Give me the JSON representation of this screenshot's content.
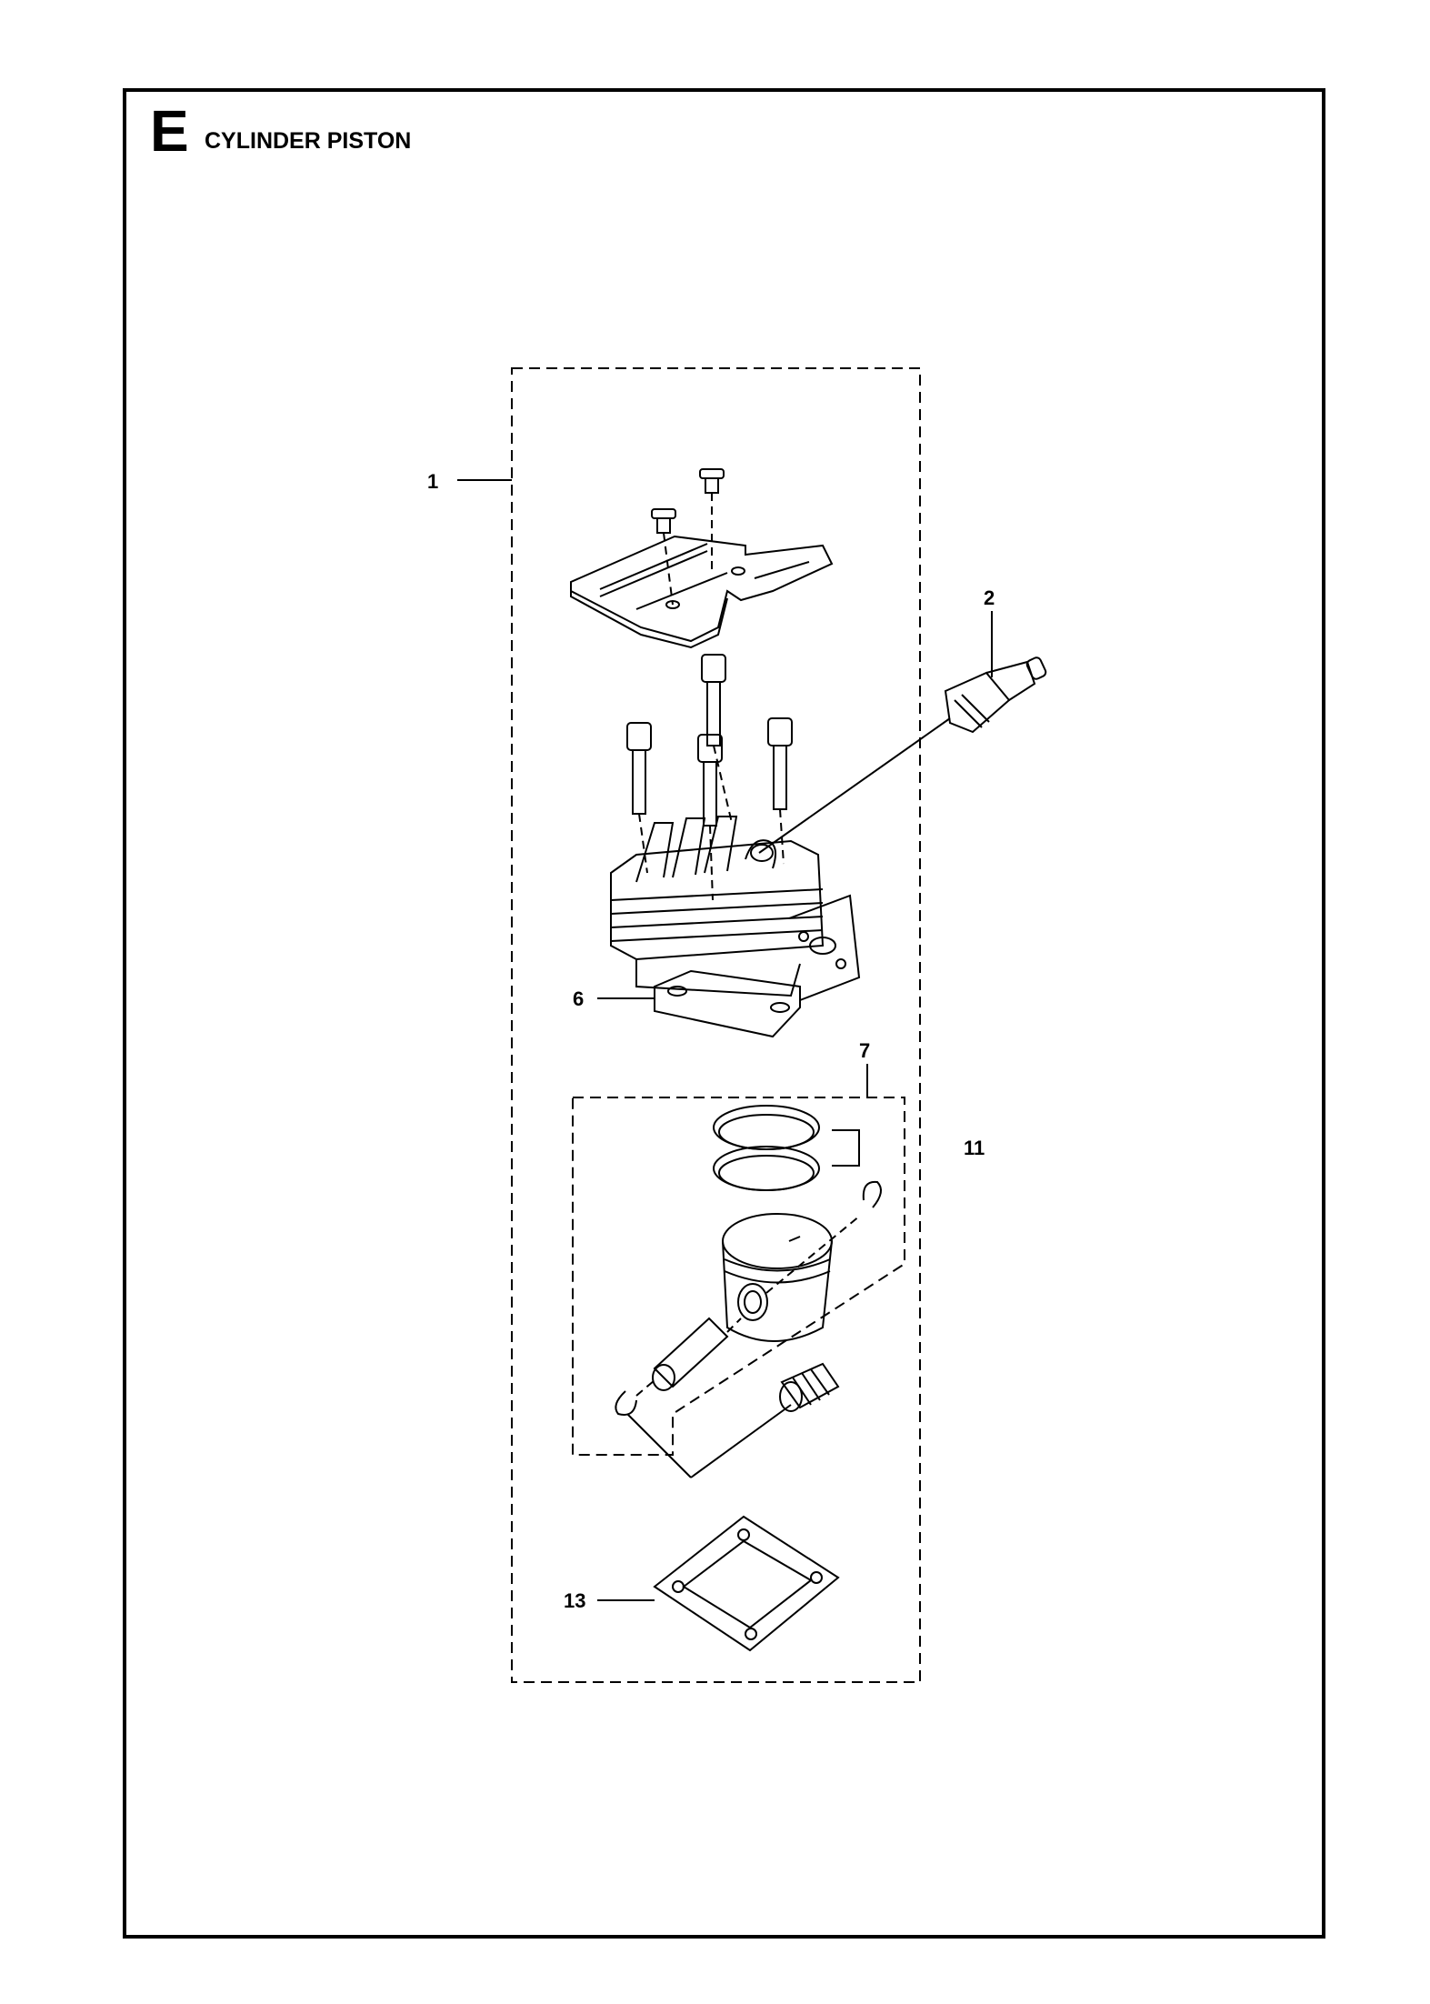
{
  "page": {
    "section_letter": "E",
    "section_title": "CYLINDER PISTON"
  },
  "callouts": [
    {
      "id": "callout-1",
      "label": "1",
      "part": "cylinder-assembly"
    },
    {
      "id": "callout-2",
      "label": "2",
      "part": "spark-plug"
    },
    {
      "id": "callout-6",
      "label": "6",
      "part": "cylinder-base-gasket-flange"
    },
    {
      "id": "callout-7",
      "label": "7",
      "part": "piston-kit"
    },
    {
      "id": "callout-11",
      "label": "11",
      "part": "piston-rings"
    },
    {
      "id": "callout-13",
      "label": "13",
      "part": "cylinder-gasket"
    }
  ],
  "colors": {
    "line": "#000000",
    "background": "#ffffff"
  }
}
